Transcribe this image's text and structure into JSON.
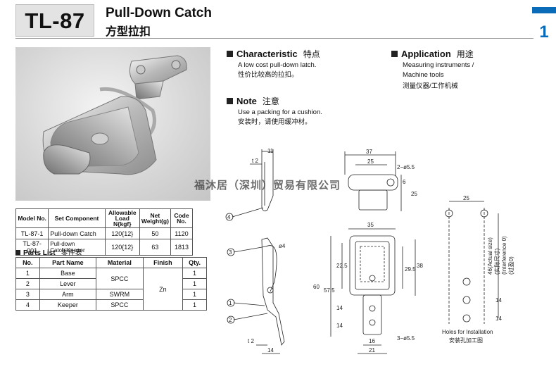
{
  "header": {
    "model": "TL-87",
    "title_en": "Pull-Down Catch",
    "title_cn": "方型拉扣",
    "page_number": "1"
  },
  "characteristic": {
    "heading": "Characteristic",
    "heading_cn": "特点",
    "text_en": "A low cost pull-down latch.",
    "text_cn": "性价比较高的拉扣。"
  },
  "application": {
    "heading": "Application",
    "heading_cn": "用途",
    "text_en_1": "Measuring instruments /",
    "text_en_2": "Machine tools",
    "text_cn": "测量仪器/工作机械"
  },
  "note": {
    "heading": "Note",
    "heading_cn": "注意",
    "text_en": "Use a packing for a cushion.",
    "text_cn": "安装时，请使用缓冲材。"
  },
  "model_table": {
    "headers": [
      "Model No.",
      "Set Component",
      "Allowable Load N{kgf}",
      "Net Weight(g)",
      "Code No."
    ],
    "rows": [
      [
        "TL-87-1",
        "Pull-down Catch",
        "120{12}",
        "50",
        "1120"
      ],
      [
        "TL-87-001",
        "Pull-down Catch·Keeper",
        "120{12}",
        "63",
        "1813"
      ]
    ]
  },
  "parts_list": {
    "heading": "Parts List",
    "heading_cn": "零件表",
    "headers": [
      "No.",
      "Part Name",
      "Material",
      "Finish",
      "Qty."
    ],
    "rows": [
      [
        "1",
        "Base",
        "SPCC",
        "1"
      ],
      [
        "2",
        "Lever",
        "",
        "1"
      ],
      [
        "3",
        "Arm",
        "SWRM",
        "1"
      ],
      [
        "4",
        "Keeper",
        "SPCC",
        "1"
      ]
    ],
    "finish": "Zn"
  },
  "watermark": "福沐居（深圳）贸易有限公司",
  "drawing": {
    "keeper_side": {
      "t": "t 2",
      "w": "11",
      "callout": "4"
    },
    "keeper_top": {
      "w_total": "37",
      "w_inner": "25",
      "hole": "2−ø5.5",
      "d1": "6",
      "h": "25"
    },
    "main_side": {
      "c3": "3",
      "d": "ø4",
      "c1": "1",
      "c2": "2",
      "t": "t 2",
      "w": "14"
    },
    "main_front": {
      "w_top": "35",
      "h1": "22.5",
      "h2": "57.5",
      "h_total": "60",
      "h3": "29.5",
      "h4": "38",
      "h5": "14",
      "h6": "14",
      "w_16": "16",
      "w_21": "21",
      "holes": "3−ø5.5"
    },
    "holes": {
      "w": "25",
      "actual": "46(Actual size)",
      "actual_cn": "(实际尺寸)",
      "interf": "(Interference 0)",
      "interf_cn": "(过盈0)",
      "d1": "14",
      "d2": "14",
      "caption_en": "Holes for Installation",
      "caption_cn": "安装孔加工图"
    }
  }
}
